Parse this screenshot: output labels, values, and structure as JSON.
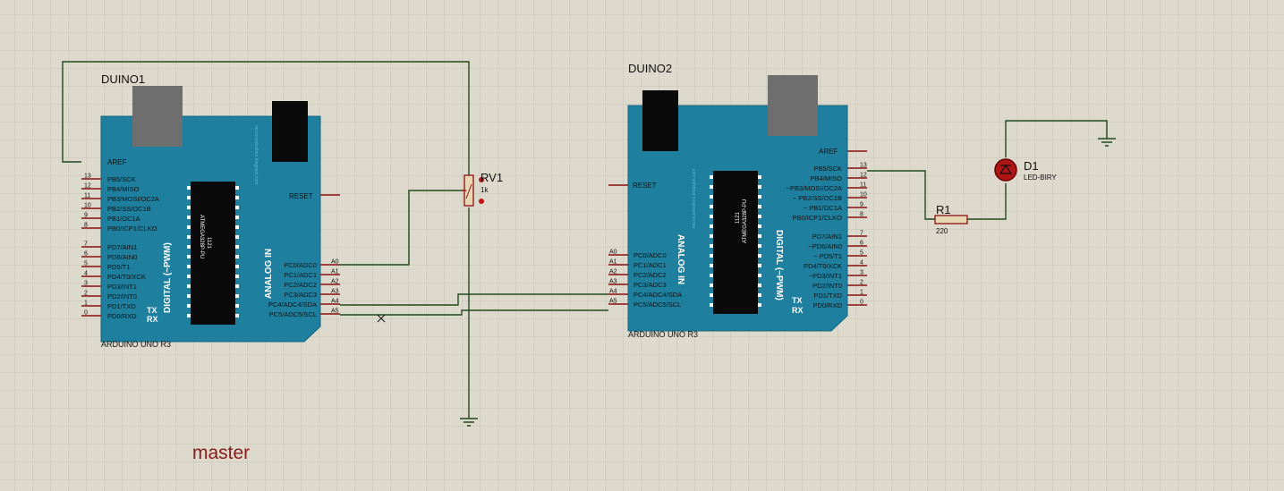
{
  "colors": {
    "background": "#ddd9cd",
    "grid": "#c9c5b7",
    "board": "#1e7f9e",
    "board_dark": "#14667f",
    "wire": "#1f4a1f",
    "pin": "#8a1010",
    "ic": "#0a0a0a",
    "usb": "#6e6e6e",
    "annotation": "#8b1a1a",
    "led": "#b01515"
  },
  "boards": [
    {
      "ref": "DUINO1",
      "model": "ARDUINO UNO R3",
      "aref": "AREF",
      "reset": "RESET",
      "digital_group": "DIGITAL (~PWM)",
      "analog_group": "ANALOG IN",
      "tx": "TX",
      "rx": "RX",
      "chip_top": "1121",
      "chip_name": "ATMEGA328P-PU",
      "side_text": "microcontrollers.blogspot.com",
      "digital_pins": [
        {
          "num": "13",
          "label": "PB5/SCK"
        },
        {
          "num": "12",
          "label": "PB4/MISO"
        },
        {
          "num": "11",
          "label": "PB3/MOSI/OC2A"
        },
        {
          "num": "10",
          "label": "PB2/SS/OC1B"
        },
        {
          "num": "9",
          "label": "PB1/OC1A"
        },
        {
          "num": "8",
          "label": "PB0/ICP1/CLKO"
        },
        {
          "num": "7",
          "label": "PD7/AIN1"
        },
        {
          "num": "6",
          "label": "PD6/AIN0"
        },
        {
          "num": "5",
          "label": "PD5/T1"
        },
        {
          "num": "4",
          "label": "PD4/T0/XCK"
        },
        {
          "num": "3",
          "label": "PD3/INT1"
        },
        {
          "num": "2",
          "label": "PD2/INT0"
        },
        {
          "num": "1",
          "label": "PD1/TXD"
        },
        {
          "num": "0",
          "label": "PD0/RXD"
        }
      ],
      "analog_pins": [
        {
          "num": "A0",
          "label": "PC0/ADC0"
        },
        {
          "num": "A1",
          "label": "PC1/ADC1"
        },
        {
          "num": "A2",
          "label": "PC2/ADC2"
        },
        {
          "num": "A3",
          "label": "PC3/ADC3"
        },
        {
          "num": "A4",
          "label": "PC4/ADC4/SDA"
        },
        {
          "num": "A5",
          "label": "PC5/ADC5/SCL"
        }
      ]
    },
    {
      "ref": "DUINO2",
      "model": "ARDUINO UNO R3",
      "aref": "AREF",
      "reset": "RESET",
      "digital_group": "DIGITAL (~PWM)",
      "analog_group": "ANALOG IN",
      "tx": "TX",
      "rx": "RX",
      "chip_top": "1121",
      "chip_name": "ATMEGA328P-PU",
      "side_text": "microcontrollers.blogspot.com",
      "digital_pins": [
        {
          "num": "13",
          "label": "PB5/SCK"
        },
        {
          "num": "12",
          "label": "PB4/MISO"
        },
        {
          "num": "11",
          "label": "~PB3/MOSI/OC2A"
        },
        {
          "num": "10",
          "label": "~ PB2/SS/OC1B"
        },
        {
          "num": "9",
          "label": "~ PB1/OC1A"
        },
        {
          "num": "8",
          "label": "PB0/ICP1/CLKO"
        },
        {
          "num": "7",
          "label": "PD7/AIN1"
        },
        {
          "num": "6",
          "label": "~PD6/AIN0"
        },
        {
          "num": "5",
          "label": "~ PD5/T1"
        },
        {
          "num": "4",
          "label": "PD4/T0/XCK"
        },
        {
          "num": "3",
          "label": "~PD3/INT1"
        },
        {
          "num": "2",
          "label": "PD2/INT0"
        },
        {
          "num": "1",
          "label": "PD1/TXD"
        },
        {
          "num": "0",
          "label": "PD0/RXD"
        }
      ],
      "analog_pins": [
        {
          "num": "A0",
          "label": "PC0/ADC0"
        },
        {
          "num": "A1",
          "label": "PC1/ADC1"
        },
        {
          "num": "A2",
          "label": "PC2/ADC2"
        },
        {
          "num": "A3",
          "label": "PC3/ADC3"
        },
        {
          "num": "A4",
          "label": "PC4/ADC4/SDA"
        },
        {
          "num": "A5",
          "label": "PC5/ADC5/SCL"
        }
      ]
    }
  ],
  "potentiometer": {
    "ref": "RV1",
    "value": "1k"
  },
  "resistor": {
    "ref": "R1",
    "value": "220"
  },
  "led": {
    "ref": "D1",
    "type": "LED-BIRY"
  },
  "annotation": "master"
}
